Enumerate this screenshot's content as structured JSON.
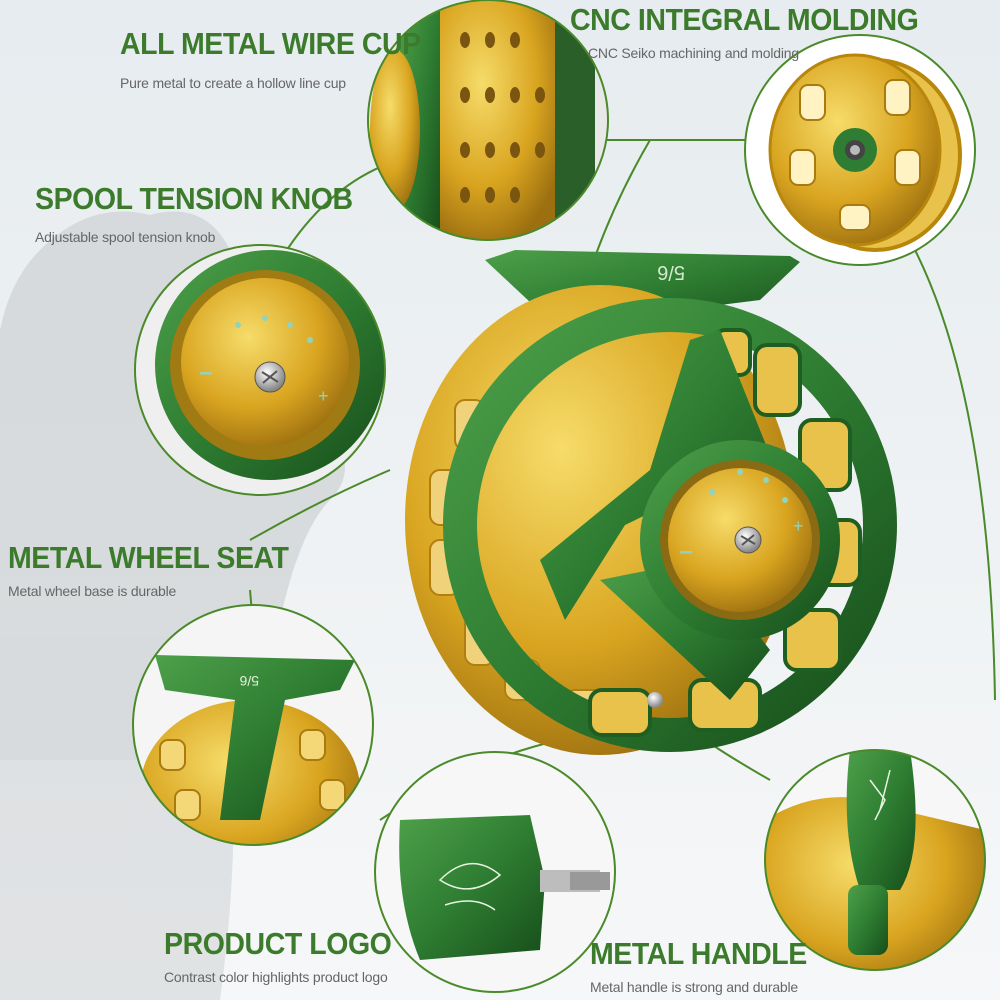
{
  "features": {
    "wire_cup": {
      "title": "ALL METAL WIRE CUP",
      "desc": "Pure metal to create a hollow line cup"
    },
    "cnc": {
      "title": "CNC INTEGRAL MOLDING",
      "desc": "CNC Seiko machining and molding"
    },
    "tension": {
      "title": "SPOOL TENSION KNOB",
      "desc": "Adjustable spool tension knob"
    },
    "wheel_seat": {
      "title": "METAL WHEEL SEAT",
      "desc": "Metal wheel base is durable"
    },
    "logo": {
      "title": "PRODUCT LOGO",
      "desc": "Contrast color highlights product logo"
    },
    "handle": {
      "title": "METAL HANDLE",
      "desc": "Metal handle is strong and durable"
    }
  },
  "reel": {
    "size_mark": "5/6"
  },
  "colors": {
    "green": "#2e7d32",
    "gold": "#d9a520",
    "title_green": "#3c7a2c",
    "line": "#4a8a2a"
  }
}
